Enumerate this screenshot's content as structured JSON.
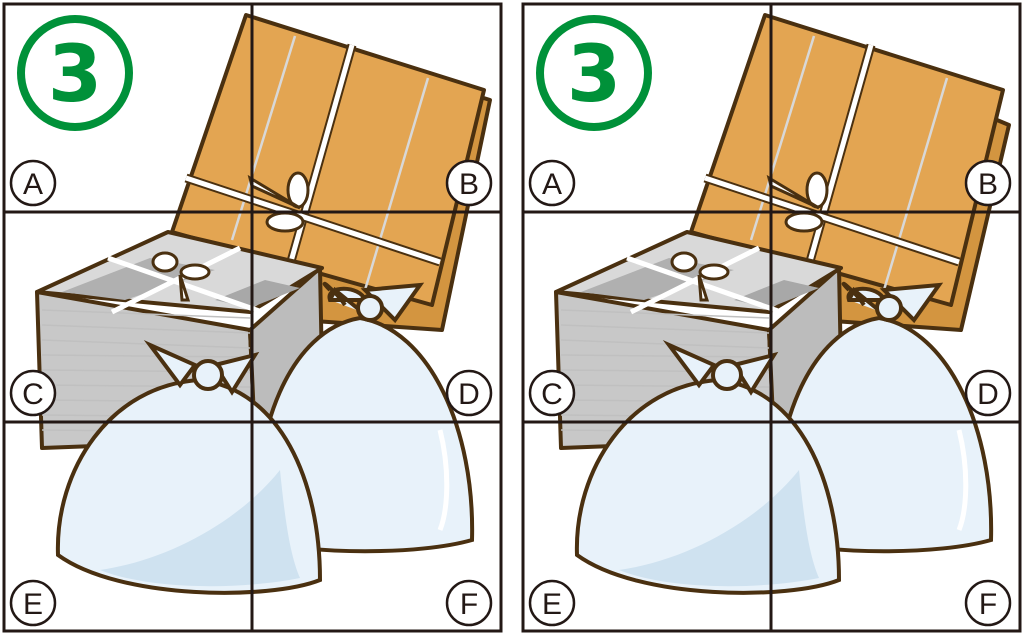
{
  "puzzle": {
    "number": "3",
    "cell_labels": [
      "A",
      "B",
      "C",
      "D",
      "E",
      "F"
    ],
    "panels": [
      {
        "name": "original-panel"
      },
      {
        "name": "modified-panel"
      }
    ]
  },
  "colors": {
    "badge_green": "#009139",
    "cardboard": "#e3a552",
    "outline": "#4a3010",
    "bag": "#e8f2fa",
    "newspaper": "#d9d9d9",
    "grid": "#231815"
  }
}
